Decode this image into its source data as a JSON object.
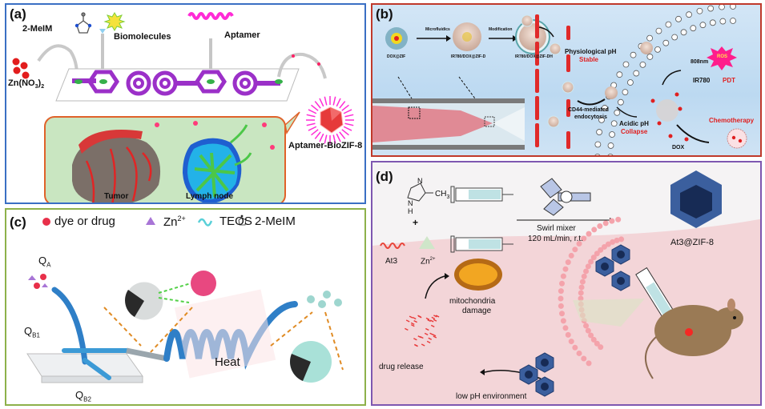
{
  "figure": {
    "panels": {
      "a": {
        "label": "(a)",
        "reagents": {
          "linker": "2-MeIM",
          "biomolecules": "Biomolecules",
          "aptamer": "Aptamer",
          "metal_salt": "Zn(NO",
          "metal_salt_sub1": "3",
          "metal_salt_close": ")",
          "metal_salt_sub2": "2"
        },
        "product": "Aptamer-BioZIF-8",
        "targets": [
          "Tumor",
          "Lymph node"
        ],
        "colors": {
          "border": "#3a6fc4",
          "chip": "#9b30c8",
          "inset_bg": "#c9e6c1",
          "inset_border": "#e0622a"
        }
      },
      "b": {
        "label": "(b)",
        "steps": [
          "DOX@ZIF",
          "IR780/DOX@ZIF-D",
          "IR780/DOX@ZIF-DH"
        ],
        "arrows": [
          "Microfluidics",
          "Modification"
        ],
        "physiological": "Physiological pH",
        "stable": "Stable",
        "endocytosis_1": "CD44-mediated",
        "endocytosis_2": "endocytosis",
        "acidic": "Acidic pH",
        "collapse": "Collapse",
        "laser": "808nm",
        "ros": "ROS",
        "ir780": "IR780",
        "pdt": "PDT",
        "chemo": "Chemotherapy",
        "dox": "DOX",
        "colors": {
          "border": "#c0392b",
          "accent": "#e02020"
        }
      },
      "c": {
        "label": "(c)",
        "legend": [
          {
            "icon": "red-dot",
            "text": "dye or drug"
          },
          {
            "icon": "purple-tetrahedron",
            "text": "Zn",
            "sup": "2+"
          },
          {
            "icon": "cyan-wave",
            "text": "TEOS"
          },
          {
            "icon": "molecule",
            "text": "2-MeIM"
          }
        ],
        "inputs": [
          {
            "q": "Q",
            "sub": "A"
          },
          {
            "q": "Q",
            "sub": "B1"
          },
          {
            "q": "Q",
            "sub": "B2"
          }
        ],
        "heat": "Heat",
        "colors": {
          "border": "#8db14a",
          "tube": "#2f7fc7"
        }
      },
      "d": {
        "label": "(d)",
        "ch3": "CH",
        "ch3_sub": "3",
        "nh_n": "N",
        "nh_h": "H",
        "n_top": "N",
        "plus": "+",
        "at3": "At3",
        "zn": "Zn",
        "zn_sup": "2+",
        "mixer_1": "Swirl mixer",
        "mixer_2": "120 mL/min, r.t.",
        "product": "At3@ZIF-8",
        "mito_1": "mitochondria",
        "mito_2": "damage",
        "release": "drug release",
        "lowph": "low pH environment",
        "colors": {
          "border": "#7e57b0",
          "tissue": "#f3d5d8",
          "zif": "#3b5f9e"
        }
      }
    }
  }
}
